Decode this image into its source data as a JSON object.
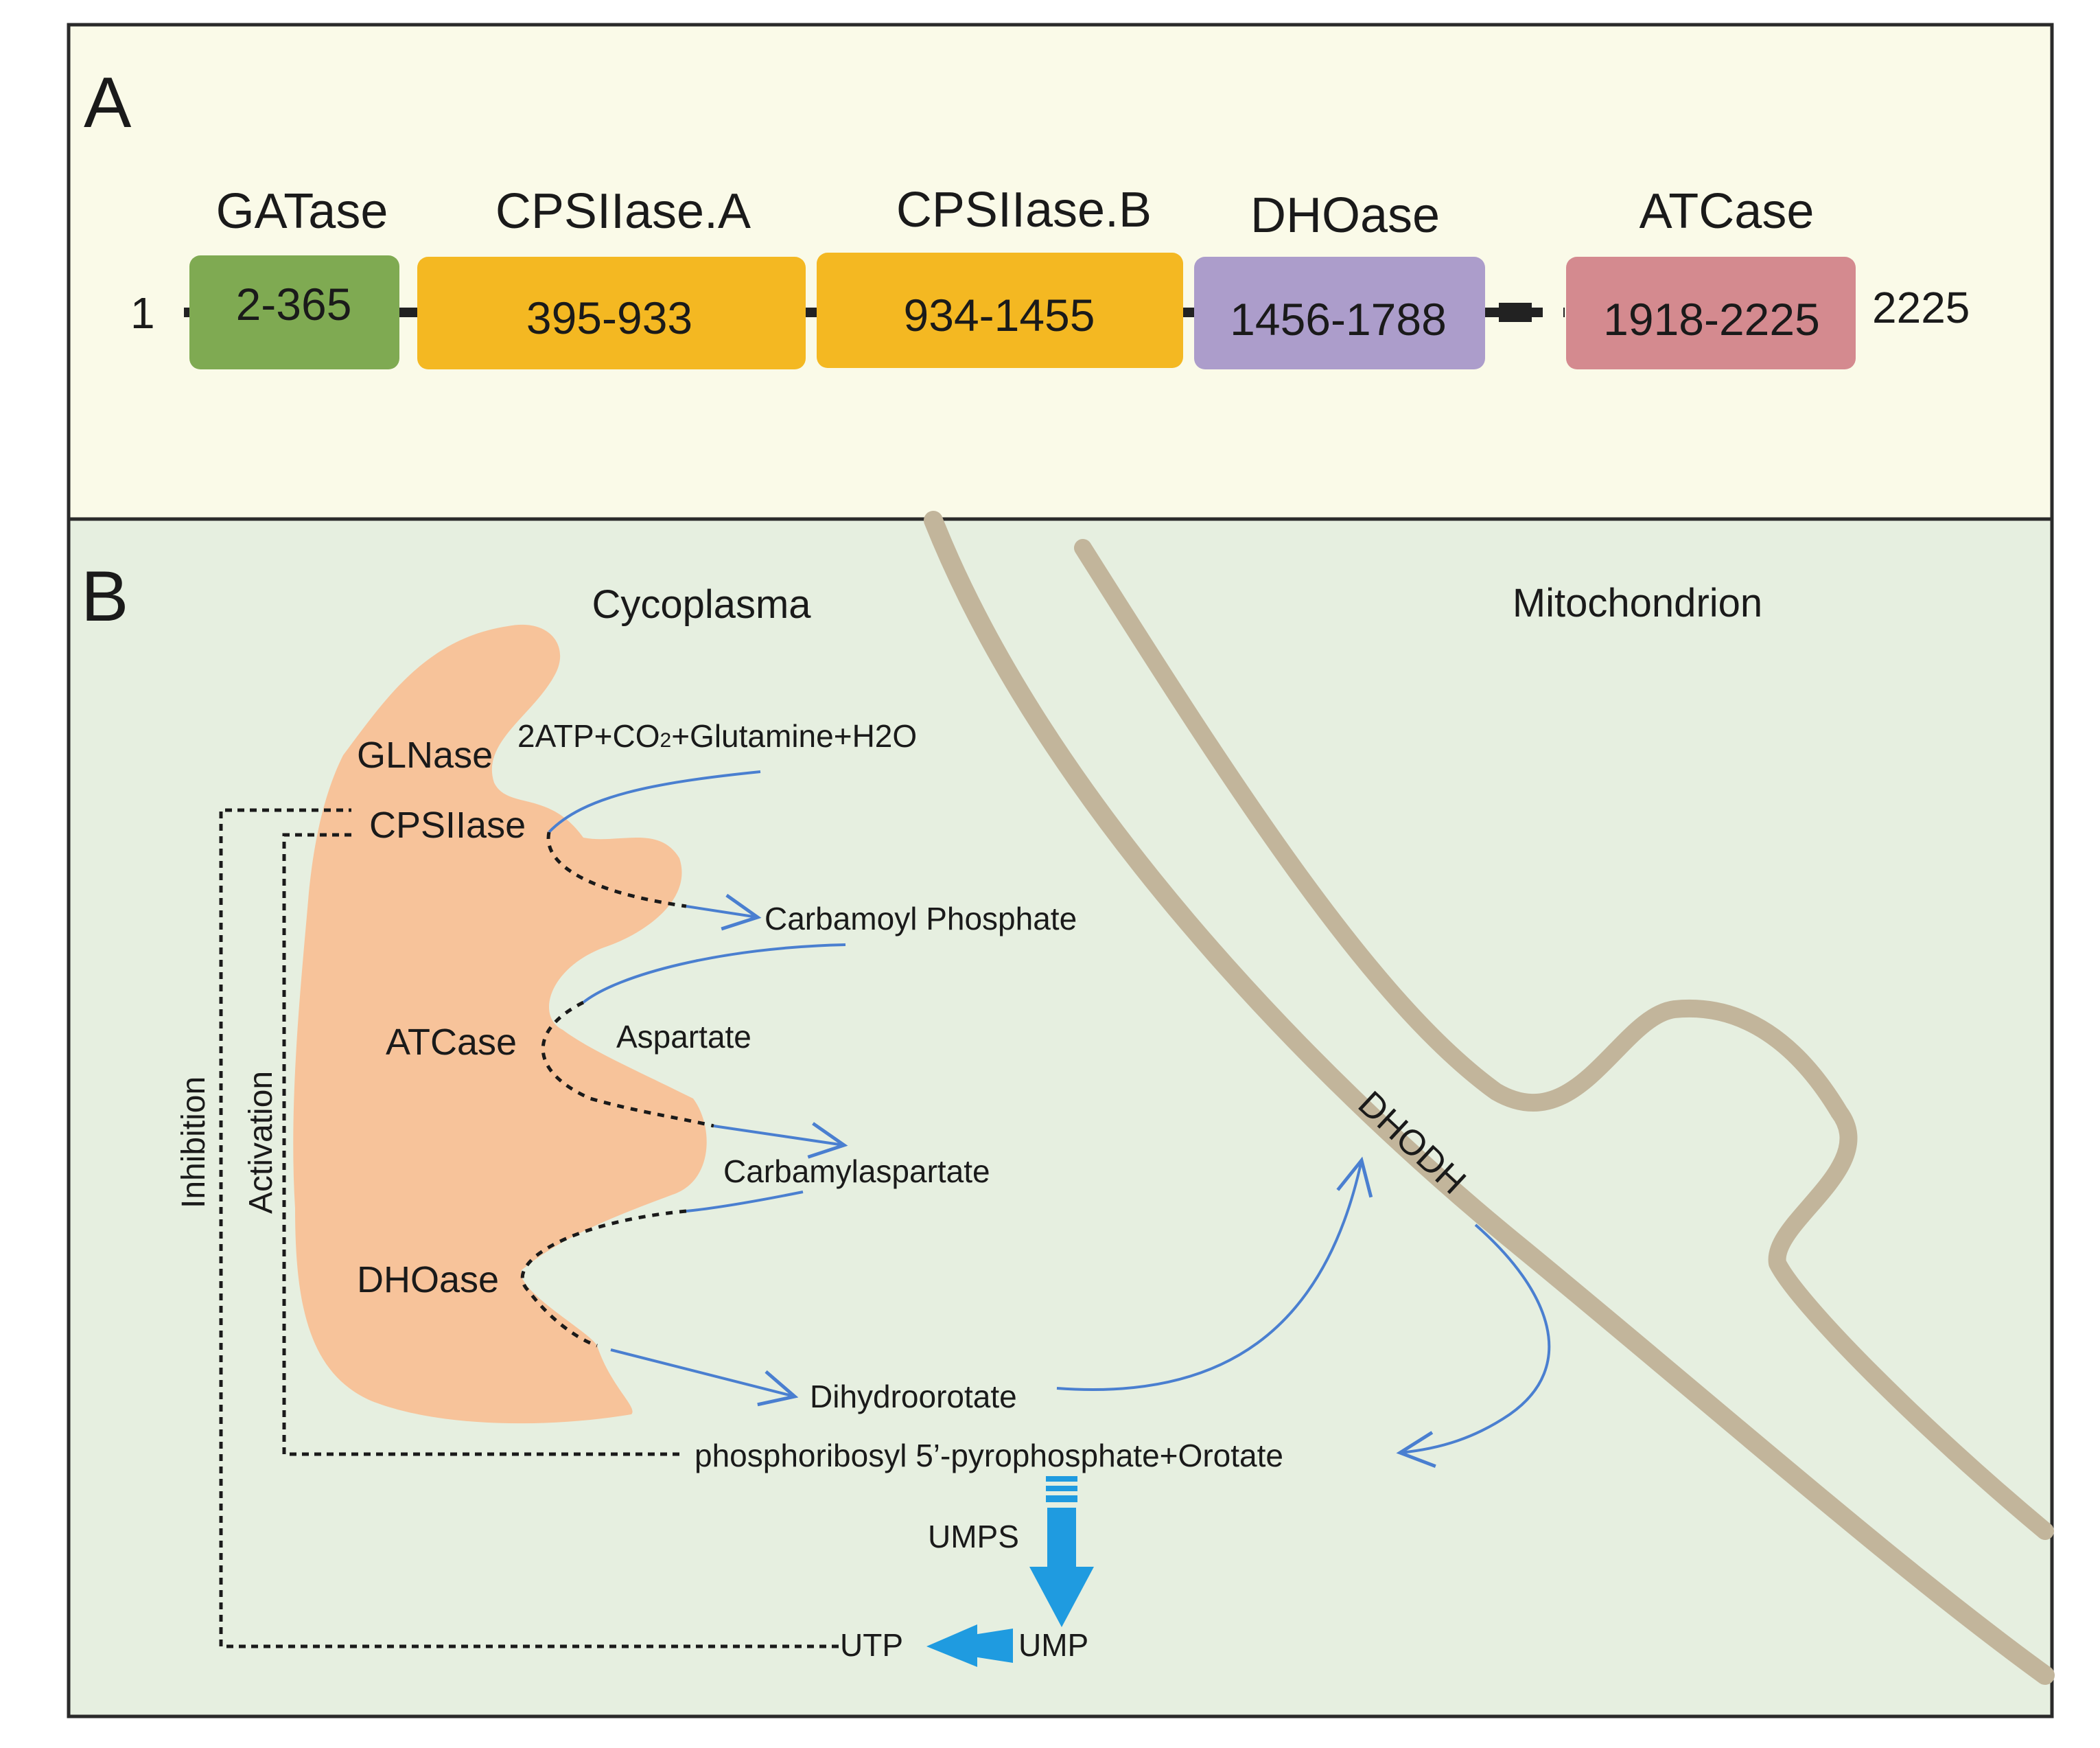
{
  "panel_a": {
    "letter": "A",
    "start_residue": "1",
    "end_residue": "2225",
    "domains": [
      {
        "name": "GATase",
        "range": "2-365",
        "color": "#7faa52"
      },
      {
        "name": "CPSIIase.A",
        "range": "395-933",
        "color": "#f4b822"
      },
      {
        "name": "CPSIIase.B",
        "range": "934-1455",
        "color": "#f4b822"
      },
      {
        "name": "DHOase",
        "range": "1456-1788",
        "color": "#ac9dcb"
      },
      {
        "name": "ATCase",
        "range": "1918-2225",
        "color": "#d48a8f"
      }
    ]
  },
  "panel_b": {
    "letter": "B",
    "cytoplasm_label": "Cycoplasma",
    "mitochondrion_label": "Mitochondrion",
    "enzymes": {
      "glnase": "GLNase",
      "cpsiiase": "CPSIIase",
      "atcase": "ATCase",
      "dhoase": "DHOase",
      "dhodh": "DHODH",
      "umps": "UMPS"
    },
    "substrates_prefix": "2ATP+CO",
    "substrates_sub": "2",
    "substrates_suffix": "+Glutamine+H2O",
    "carbamoyl_phosphate": "Carbamoyl Phosphate",
    "aspartate": "Aspartate",
    "carbamylaspartate": "Carbamylaspartate",
    "dihydroorotate": "Dihydroorotate",
    "prpp_orotate": "phosphoribosyl 5’-pyrophosphate+Orotate",
    "ump": "UMP",
    "utp": "UTP",
    "inhibition": "Inhibition",
    "activation": "Activation"
  },
  "colors": {
    "panel_a_bg": "#fafae8",
    "panel_b_bg": "#e6efe0",
    "cad_shape": "#f7c39a",
    "membrane": "#c2b59b",
    "pathway_arrow": "#4a7fd0",
    "umps_arrow": "#1f9be0"
  }
}
